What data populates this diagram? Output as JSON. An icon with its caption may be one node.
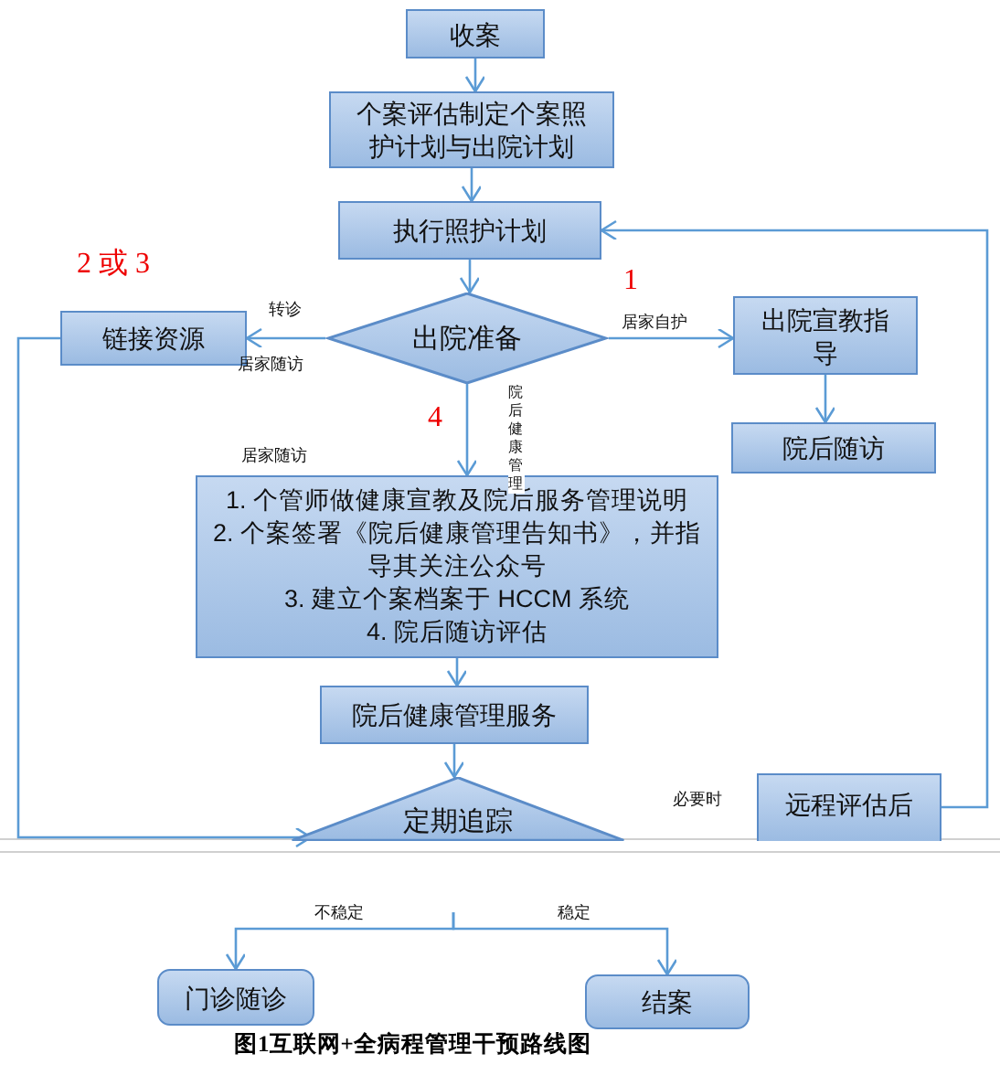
{
  "diagram": {
    "caption": "图1互联网+全病程管理干预路线图",
    "nodes": [
      {
        "text": [
          "收案"
        ]
      },
      {
        "text": [
          "个案评估制定个案照护计划与出院计划"
        ]
      },
      {
        "text": [
          "执行照护计划"
        ]
      },
      {
        "text": [
          "出院准备"
        ]
      },
      {
        "text": [
          "链接资源"
        ]
      },
      {
        "text": [
          "出院宣教指导"
        ]
      },
      {
        "text": [
          "院后随访"
        ]
      },
      {
        "text": [
          "1. 个管师做健康宣教及院后服务管理说明",
          "2. 个案签署《院后健康管理告知书》，并指导其关注公众号",
          "3. 建立个案档案于 HCCM 系统",
          "4. 院后随访评估"
        ]
      },
      {
        "text": [
          "院后健康管理服务"
        ]
      },
      {
        "text": [
          "定期追踪"
        ]
      },
      {
        "text": [
          "远程评估后"
        ]
      },
      {
        "text": [
          "门诊随诊"
        ]
      },
      {
        "text": [
          "结案"
        ]
      }
    ],
    "edges": [
      {
        "from": 0,
        "to": 1,
        "arrow": "to"
      },
      {
        "from": 1,
        "to": 2,
        "arrow": "to"
      },
      {
        "from": 2,
        "to": 3,
        "arrow": "to"
      },
      {
        "from": 3,
        "to": 4,
        "arrow": "to",
        "label": "转诊"
      },
      {
        "from": 3,
        "to": 5,
        "arrow": "to",
        "label": "居家自护"
      },
      {
        "from": 5,
        "to": 6,
        "arrow": "to"
      },
      {
        "from": 3,
        "to": 7,
        "arrow": "to",
        "label": "院后健康管理"
      },
      {
        "from": 7,
        "to": 8,
        "arrow": "to"
      },
      {
        "from": 8,
        "to": 9,
        "arrow": "to"
      },
      {
        "from": 4,
        "to": 9,
        "arrow": "to"
      },
      {
        "from": 10,
        "to": 2,
        "arrow": "to"
      },
      {
        "from": null,
        "to": 11,
        "arrow": "to",
        "label": "不稳定"
      },
      {
        "from": null,
        "to": 12,
        "arrow": "to",
        "label": "稳定"
      }
    ],
    "labels": [
      "2 或 3",
      "1",
      "居家随访",
      "4",
      "居家随访",
      "必要时"
    ]
  }
}
